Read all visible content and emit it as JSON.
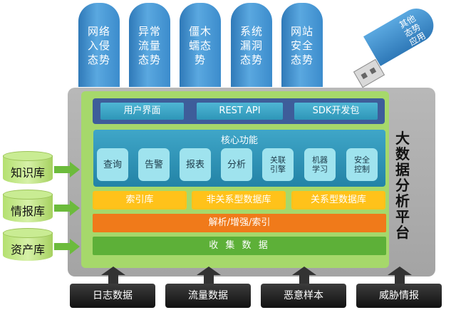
{
  "top_tabs": [
    {
      "label": "网络\n入侵\n态势"
    },
    {
      "label": "异常\n流量\n态势"
    },
    {
      "label": "僵木\n蠕态\n势"
    },
    {
      "label": "系统\n漏洞\n态势"
    },
    {
      "label": "网站\n安全\n态势"
    }
  ],
  "usb_label": "其他\n态势\n应用",
  "vertical_title": "大\n数\n据\n分\n析\n平\n台",
  "interfaces": [
    "用户界面",
    "REST API",
    "SDK开发包"
  ],
  "core": {
    "title": "核心功能",
    "items": [
      "查询",
      "告警",
      "报表",
      "分析",
      "关联\n引擎",
      "机器\n学习",
      "安全\n控制"
    ]
  },
  "databases": [
    "索引库",
    "非关系型数据库",
    "关系型数据库"
  ],
  "parse_bar": "解析/增强/索引",
  "collect_bar": "收 集 数 据",
  "sources": [
    "知识库",
    "情报库",
    "资产库"
  ],
  "inputs": [
    "日志数据",
    "流量数据",
    "恶意样本",
    "威胁情报"
  ],
  "colors": {
    "blue_tab": "#3c8ccc",
    "gray_panel": "#a8a8a8",
    "green_panel": "#a6d86b",
    "interface_row": "#3e5d9a",
    "core": "#2e96b8",
    "database": "#ffc21a",
    "parse": "#f07a1a",
    "collect": "#5db038",
    "arrow": "#6cbb3c"
  }
}
